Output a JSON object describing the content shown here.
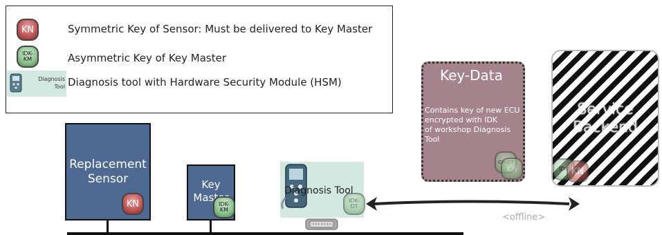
{
  "legend": {
    "items": [
      {
        "icon": "kn-key-icon",
        "badge": "KN",
        "text": "Symmetric Key of Sensor:  Must be delivered to Key Master"
      },
      {
        "icon": "idk-km-key-icon",
        "badge": "IDK-\nKM",
        "text": "Asymmetric Key of Key Master"
      },
      {
        "icon": "diagnosis-tool-icon",
        "badge": "Diagnosis\nTool",
        "text": "Diagnosis tool with Hardware Security Module (HSM)"
      }
    ]
  },
  "replacement_sensor": {
    "label": "Replacement\nSensor",
    "key": "KN"
  },
  "key_master": {
    "label": "Key\nMaster",
    "key": "IDK-\nKM"
  },
  "diagnosis_tool": {
    "label": "Diagnosis Tool",
    "key": "IDK-\nDT"
  },
  "key_data": {
    "title": "Key-Data",
    "body": "Contains key of new ECU encrypted with IDK\nof workshop Diagnosis Tool",
    "key_back": "IDK-DT",
    "key_front": "KN"
  },
  "service_backend": {
    "label": "Service\nBackend",
    "key_green": "IDK",
    "key_red": "KN"
  },
  "connection": {
    "label": "<offline>"
  },
  "colors": {
    "ecu": "#4e6a93",
    "key_data": "#a4838a",
    "red_key": "#c35a5a",
    "green_key": "#8fc48f"
  }
}
